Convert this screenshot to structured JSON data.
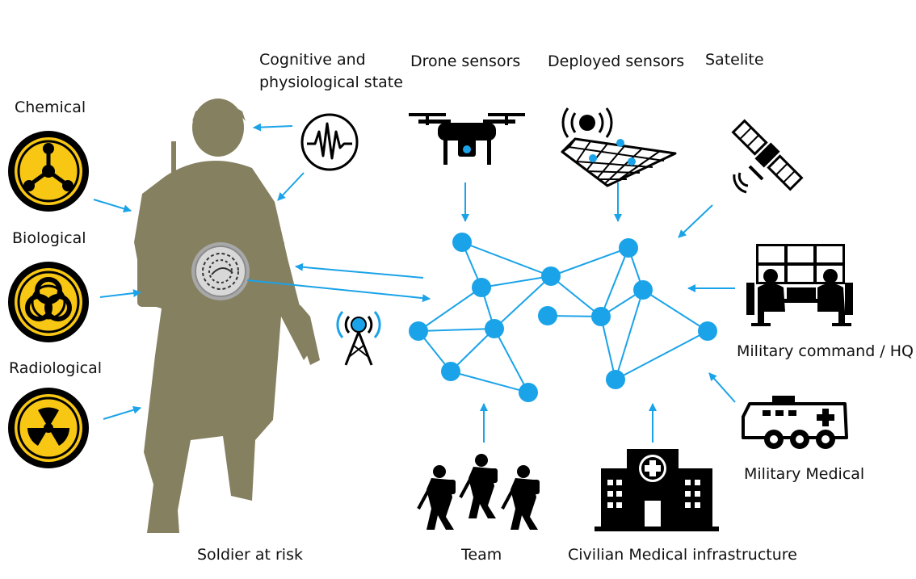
{
  "labels": {
    "chemical": "Chemical",
    "biological": "Biological",
    "radiological": "Radiological",
    "cognitive_line1": "Cognitive and",
    "cognitive_line2": "physiological state",
    "drone_sensors": "Drone sensors",
    "deployed_sensors": "Deployed sensors",
    "satellite": "Satelite",
    "military_command": "Military command / HQ",
    "military_medical": "Military Medical",
    "soldier_at_risk": "Soldier at risk",
    "team": "Team",
    "civilian_medical": "Civilian Medical infrastructure"
  },
  "colors": {
    "accent_blue": "#1aa3e8",
    "hazard_yellow": "#f7c713",
    "soldier_olive": "#858060",
    "ink": "#000000",
    "text": "#111111"
  },
  "icons": {
    "chemical": "chemical-hazard-icon",
    "biological": "biohazard-icon",
    "radiological": "radiation-icon",
    "cognitive": "waveform-icon",
    "drone": "drone-icon",
    "deployed": "deployed-sensor-map-icon",
    "satellite": "satellite-icon",
    "radio_tower": "radio-tower-icon",
    "command": "command-center-icon",
    "medical_vehicle": "military-ambulance-icon",
    "hospital": "hospital-icon",
    "team": "soldier-team-icon",
    "wearable": "wearable-sensor-icon"
  }
}
